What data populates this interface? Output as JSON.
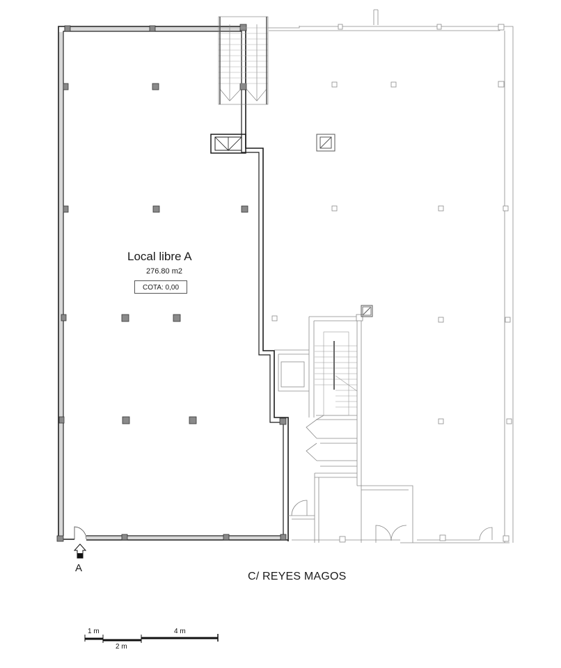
{
  "plan": {
    "room": {
      "name": "Local libre A",
      "area": "276.80 m2",
      "level": "COTA: 0,00"
    },
    "entrance": {
      "letter": "A",
      "icon": "entrance-arrow-icon"
    },
    "street": "C/ REYES MAGOS",
    "scale_bar": {
      "segments": [
        "1 m",
        "2 m",
        "4 m"
      ]
    },
    "colors": {
      "wall": "#1a1a1a",
      "column": "#7a7a7a",
      "faint_line": "#9a9a9a",
      "background": "#ffffff"
    }
  }
}
